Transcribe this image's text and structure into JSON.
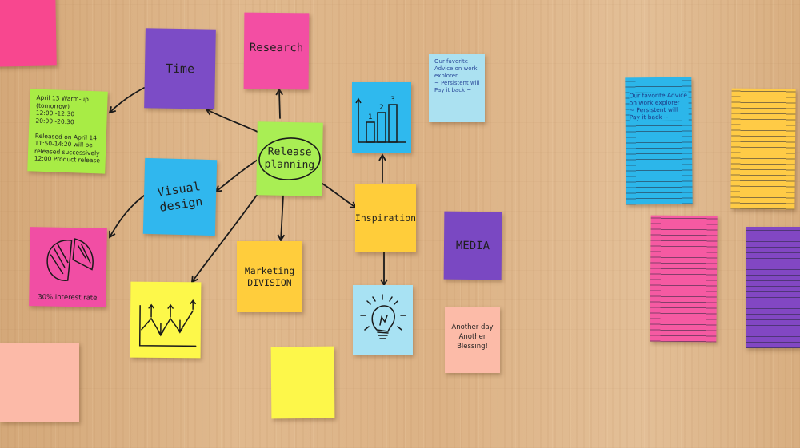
{
  "notes": {
    "time": "Time",
    "research": "Research",
    "release_planning": "Release planning",
    "visual_design": "Visual design",
    "inspiration": "Inspiration",
    "marketing": "Marketing DIVISION",
    "media": "MEDIA",
    "interest_rate": "30% interest rate",
    "another_day": "Another day Another Blessing!",
    "schedule": "April 13 Warm-up (tomorrow)\n12:00 -12:30\n20:00 -20:30\n\nReleased on April 14\n11:50-14:20 will be released successively\n12:00 Product release",
    "advice_small": "Our favorite Advice on work explorer\n~ Persistent will Pay it back ~",
    "advice_lined": "Our favorite Advice on work explorer\n~ Persistent will Pay it back ~"
  },
  "chart_labels": [
    "1",
    "2",
    "3"
  ],
  "colors": {
    "wood": "#dcb285",
    "purple": "#7a4bc4",
    "pink": "#f24aa0",
    "green": "#a6ec4a",
    "blue": "#2fb8ee",
    "yellow": "#fdf648",
    "orange": "#ffcb3a",
    "peach": "#fbbba6",
    "light_blue": "#a9e0f2"
  }
}
